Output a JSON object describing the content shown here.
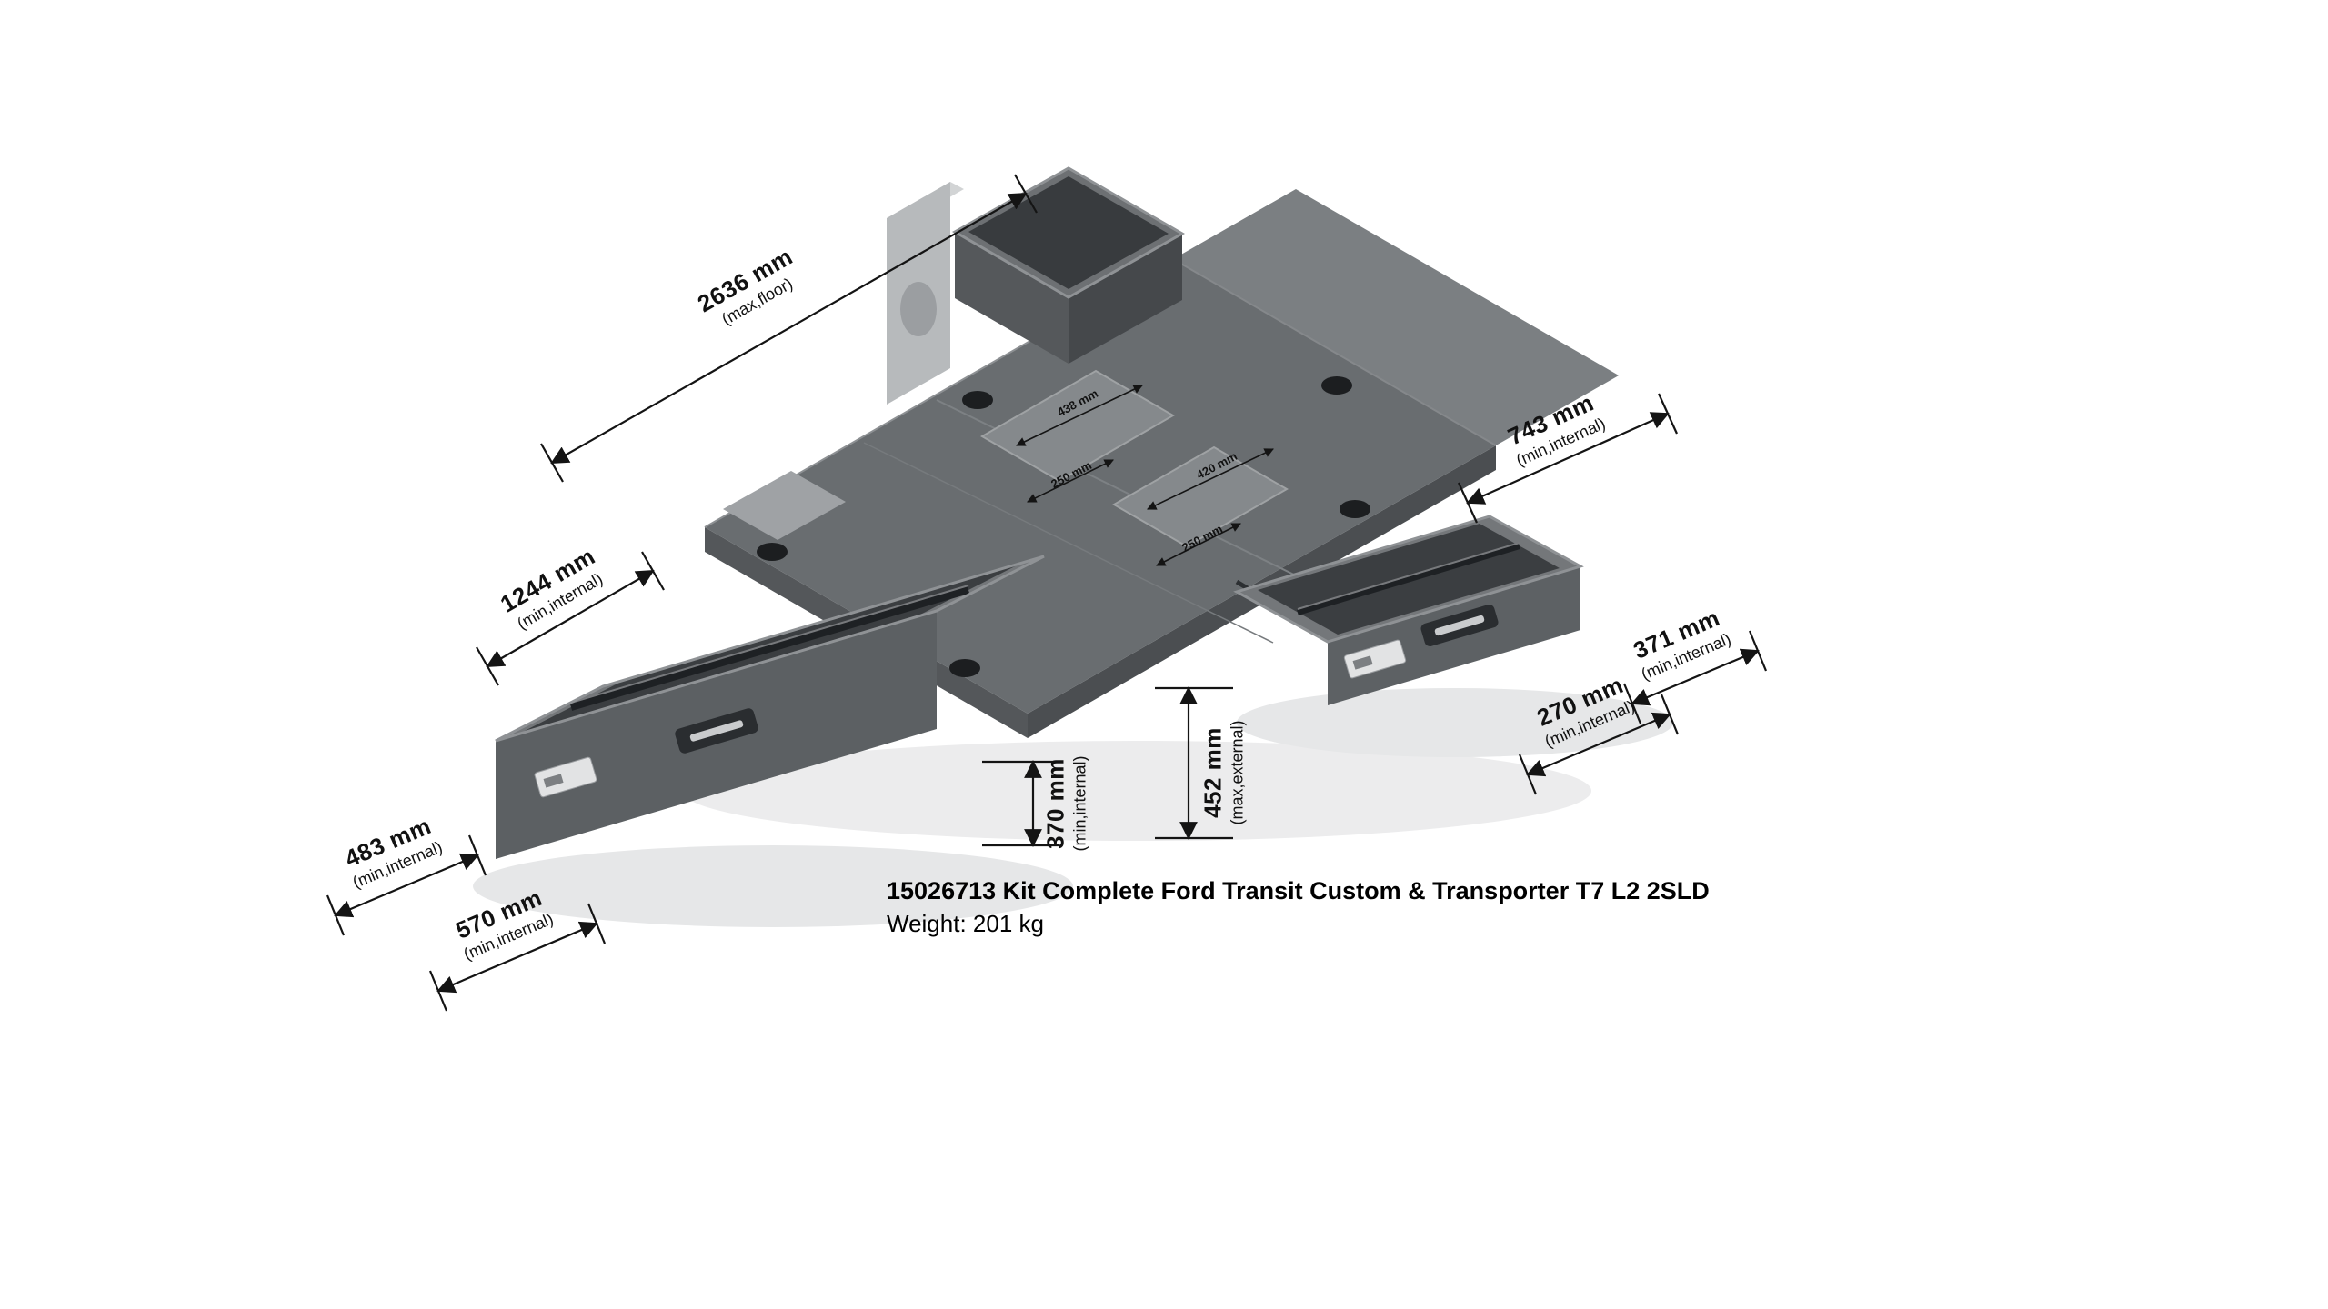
{
  "title_block": {
    "title": "15026713 Kit Complete Ford Transit Custom & Transporter T7 L2 2SLD",
    "weight": "Weight: 201 kg"
  },
  "dimensions": {
    "d2636": {
      "value": "2636 mm",
      "qualifier": "(max,floor)"
    },
    "d743": {
      "value": "743 mm",
      "qualifier": "(min,internal)"
    },
    "d1244": {
      "value": "1244 mm",
      "qualifier": "(min,internal)"
    },
    "d371": {
      "value": "371 mm",
      "qualifier": "(min,internal)"
    },
    "d270": {
      "value": "270 mm",
      "qualifier": "(min,internal)"
    },
    "d452": {
      "value": "452 mm",
      "qualifier": "(max,external)"
    },
    "d370": {
      "value": "370 mm",
      "qualifier": "(min,internal)"
    },
    "d483": {
      "value": "483 mm",
      "qualifier": "(min,internal)"
    },
    "d570": {
      "value": "570 mm",
      "qualifier": "(min,internal)"
    },
    "h438": "438 mm",
    "h250a": "250 mm",
    "h420": "420 mm",
    "h250b": "250 mm"
  },
  "colors": {
    "background": "#ffffff",
    "floor_gray": "#696d70",
    "drawer_gray": "#5c6063",
    "interior_gray": "#3b3e41",
    "dimension_line": "#141414"
  }
}
